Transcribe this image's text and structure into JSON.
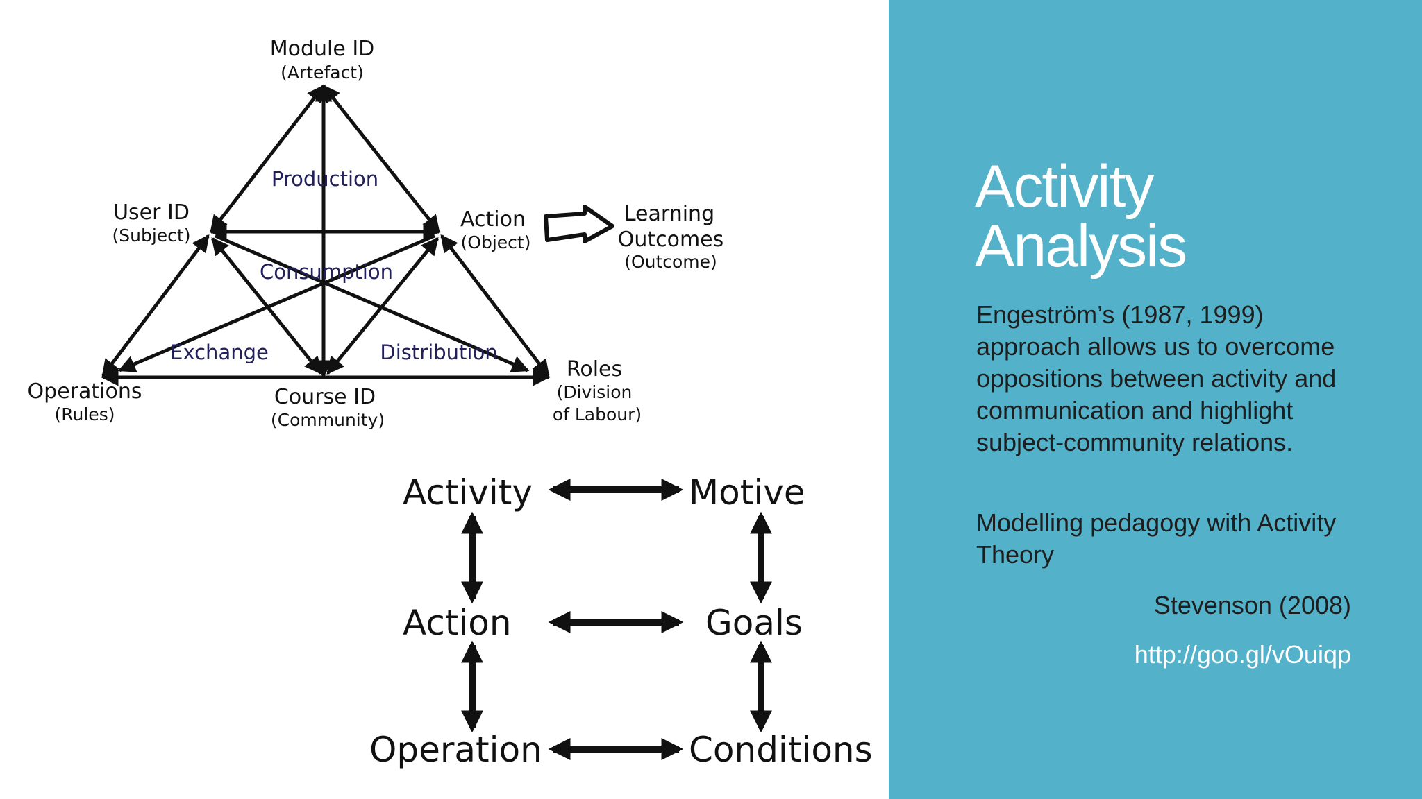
{
  "triangle": {
    "top": {
      "title": "Module ID",
      "sub": "(Artefact)"
    },
    "subject": {
      "title": "User ID",
      "sub": "(Subject)"
    },
    "object": {
      "title": "Action",
      "sub": "(Object)"
    },
    "outcome": {
      "line1": "Learning",
      "line2": "Outcomes",
      "sub": "(Outcome)"
    },
    "rules": {
      "title": "Operations",
      "sub": "(Rules)"
    },
    "community": {
      "title": "Course ID",
      "sub": "(Community)"
    },
    "division": {
      "title": "Roles",
      "sub1": "(Division",
      "sub2": "of Labour)"
    },
    "relations": {
      "production": "Production",
      "consumption": "Consumption",
      "exchange": "Exchange",
      "distribution": "Distribution"
    }
  },
  "hierarchy": {
    "activity": "Activity",
    "motive": "Motive",
    "action": "Action",
    "goals": "Goals",
    "operation": "Operation",
    "conditions": "Conditions"
  },
  "panel": {
    "title_line1": "Activity",
    "title_line2": "Analysis",
    "paragraph1": "Engeström’s (1987, 1999) approach allows us to overcome oppositions between activity and communication and highlight subject-community relations.",
    "paragraph2": "Modelling pedagogy with Activity Theory",
    "citation": "Stevenson (2008)",
    "link": "http://goo.gl/vOuiqp"
  },
  "colors": {
    "panel_background": "#53b1c9",
    "title_text": "#ffffff",
    "body_text": "#1e1e1e",
    "relation_label": "#22205a"
  }
}
